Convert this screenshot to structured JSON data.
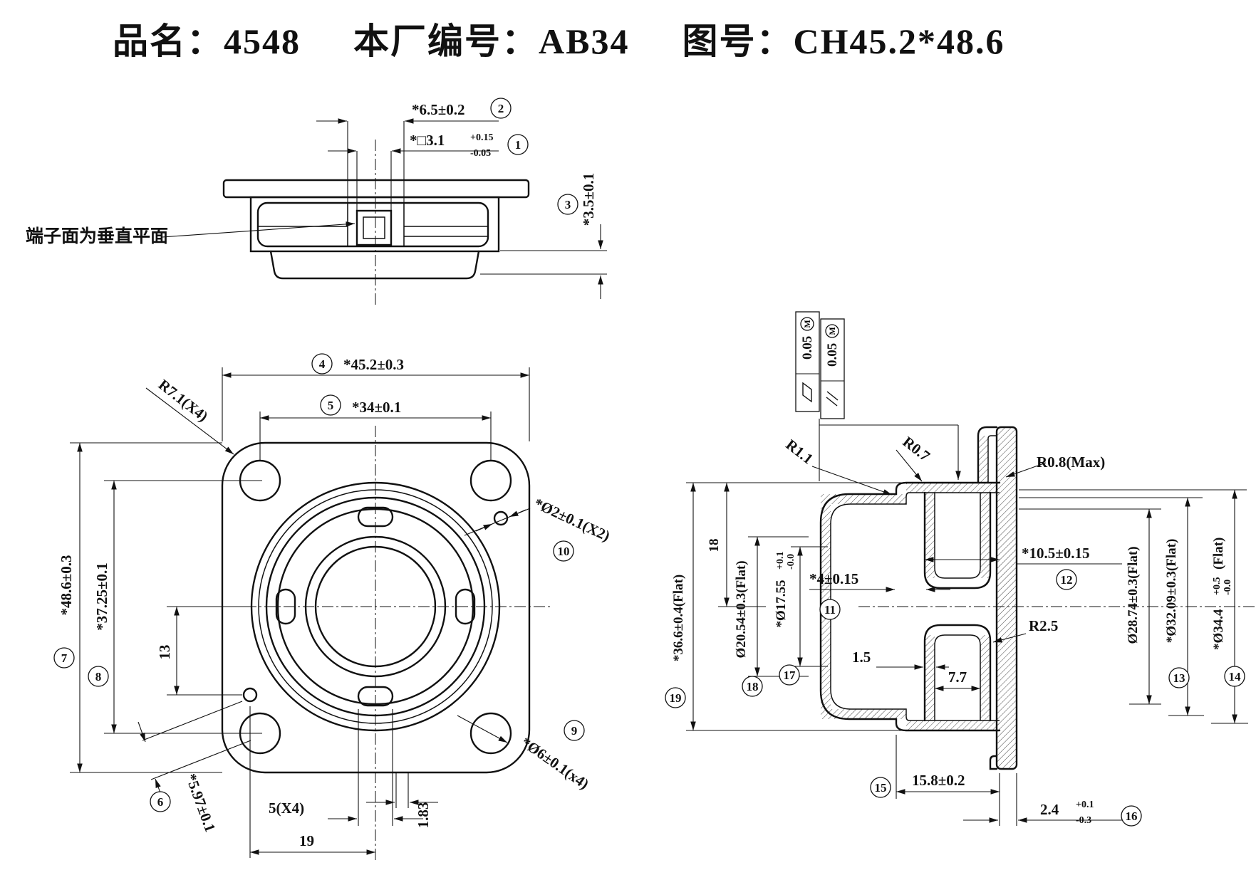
{
  "title": {
    "product": "品名：4548",
    "factory_code": "本厂编号：AB34",
    "drawing_no": "图号：CH45.2*48.6"
  },
  "tv": {
    "note": "端子面为垂直平面",
    "d65": "*6.5±0.2",
    "b2": "2",
    "d31": "*□3.1",
    "d31tp": "+0.15",
    "d31tm": "-0.05",
    "b1": "1",
    "d35": "*3.5±0.1",
    "b3": "3"
  },
  "fv": {
    "d452": "*45.2±0.3",
    "b4": "4",
    "d34": "*34±0.1",
    "b5": "5",
    "r71": "R7.1(X4)",
    "d486": "*48.6±0.3",
    "b7": "7",
    "d3725": "*37.25±0.1",
    "b8": "8",
    "d13": "13",
    "d597": "*5.97±0.1",
    "b6": "6",
    "d2": "*Ø2±0.1(X2)",
    "b10": "10",
    "d6": "*Ø6±0.1(x4)",
    "b9": "9",
    "d5": "5(X4)",
    "d183": "1.83",
    "d19": "19"
  },
  "sv": {
    "f1": "0.05",
    "f1m": "M",
    "f2": "0.05",
    "f2m": "M",
    "r07": "R0.7",
    "r11": "R1.1",
    "r08": "R0.8(Max)",
    "r25": "R2.5",
    "d18": "18",
    "d366": "*36.6±0.4(Flat)",
    "b19": "19",
    "d2054": "Ø20.54±0.3(Flat)",
    "b18": "18",
    "d1755": "*Ø17.55",
    "d1755tp": "+0.1",
    "d1755tm": "-0.0",
    "b17": "17",
    "d4": "*4±0.15",
    "b11": "11",
    "d105": "*10.5±0.15",
    "b12": "12",
    "d15": "1.5",
    "d77": "7.7",
    "d2874": "Ø28.74±0.3(Flat)",
    "d3209": "*Ø32.09±0.3(Flat)",
    "b13": "13",
    "d344": "*Ø34.4",
    "d344tp": "+0.5",
    "d344tm": "-0.0",
    "d344f": "(Flat)",
    "b14": "14",
    "d158": "15.8±0.2",
    "b15": "15",
    "d24": "2.4",
    "d24tp": "+0.1",
    "d24tm": "-0.3",
    "b16": "16"
  }
}
